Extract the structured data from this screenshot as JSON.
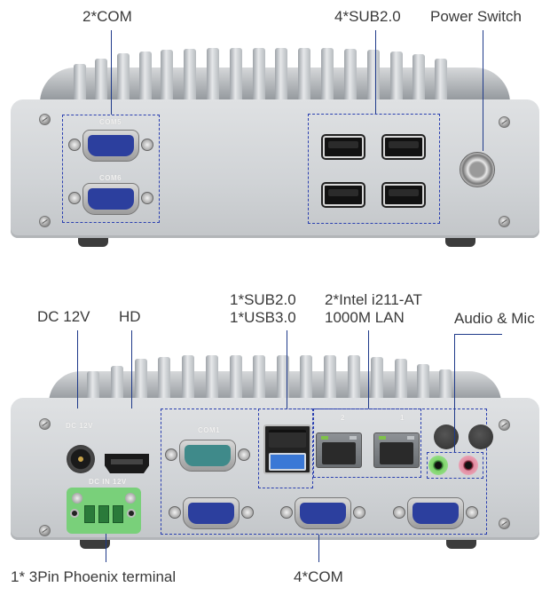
{
  "figure": {
    "description": "Fanless industrial mini PC I/O port diagram (front and rear views)",
    "top_view": {
      "labels": {
        "com": "2*COM",
        "usb": "4*SUB2.0",
        "power": "Power Switch"
      },
      "silkscreen": {
        "com5": "COM5",
        "com6": "COM6"
      }
    },
    "bottom_view": {
      "labels": {
        "dc": "DC 12V",
        "hd": "HD",
        "usb_line1": "1*SUB2.0",
        "usb_line2": "1*USB3.0",
        "lan_line1": "2*Intel i211-AT",
        "lan_line2": "1000M LAN",
        "audio": "Audio & Mic",
        "phoenix": "1* 3Pin Phoenix terminal",
        "com": "4*COM"
      },
      "silkscreen": {
        "dc": "DC 12V",
        "com1": "COM1",
        "lan2": "2",
        "lan1": "1",
        "phoenix": "DC IN 12V"
      }
    },
    "colors": {
      "leader_line": "#1f3a8a",
      "dashed_box": "#2a3fb0",
      "chassis": "#d3d6d9",
      "com_port": "#2c3f9e",
      "com1_port": "#3f8a8a",
      "usb3_port": "#3a78d6",
      "phoenix_block": "#79d07a",
      "audio_out": "#7ed36b",
      "mic_in": "#e08aa0"
    }
  }
}
